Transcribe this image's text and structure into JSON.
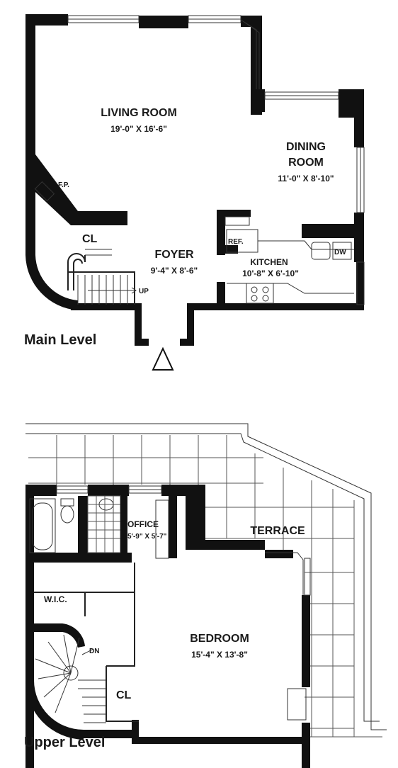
{
  "main_level": {
    "title": "Main Level",
    "living_room": {
      "name": "LIVING ROOM",
      "dims": "19'-0\" X 16'-6\""
    },
    "dining_room": {
      "name_line1": "DINING",
      "name_line2": "ROOM",
      "dims": "11'-0\" X 8'-10\""
    },
    "foyer": {
      "name": "FOYER",
      "dims": "9'-4\" X 8'-6\""
    },
    "kitchen": {
      "name": "KITCHEN",
      "dims": "10'-8\" X 6'-10\""
    },
    "fireplace": "F.P.",
    "closet": "CL",
    "refrigerator": "REF.",
    "dishwasher": "DW",
    "stair_label": "UP"
  },
  "upper_level": {
    "title": "Upper Level",
    "office": {
      "name": "OFFICE",
      "dims": "5'-9\" X 5'-7\""
    },
    "terrace": "TERRACE",
    "walk_in_closet": "W.I.C.",
    "bedroom": {
      "name": "BEDROOM",
      "dims": "15'-4\" X 13'-8\""
    },
    "closet": "CL",
    "stair_label": "DN"
  }
}
